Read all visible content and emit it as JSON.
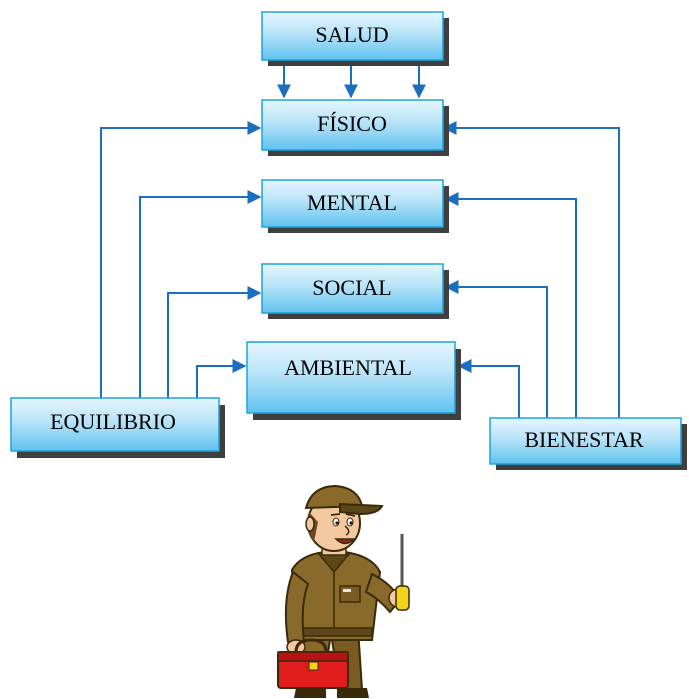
{
  "diagram": {
    "nodes": {
      "salud": "SALUD",
      "fisico": "FÍSICO",
      "mental": "MENTAL",
      "social": "SOCIAL",
      "ambiental": "AMBIENTAL",
      "equilibrio": "EQUILIBRIO",
      "bienestar": "BIENESTAR"
    },
    "colors": {
      "box_top": "#e6f6ff",
      "box_bottom": "#5fc2ef",
      "box_border": "#1ba3dd",
      "shadow": "#3f3f3f",
      "arrow": "#1c6fc0"
    }
  },
  "illustration": {
    "icon": "worker-with-screwdriver-and-toolbox-icon",
    "colors": {
      "uniform": "#8a6a2a",
      "uniform_dark": "#5e4717",
      "skin": "#f4c9a0",
      "toolbox": "#e01c1c",
      "screwdriver_handle": "#f3d21a"
    }
  }
}
